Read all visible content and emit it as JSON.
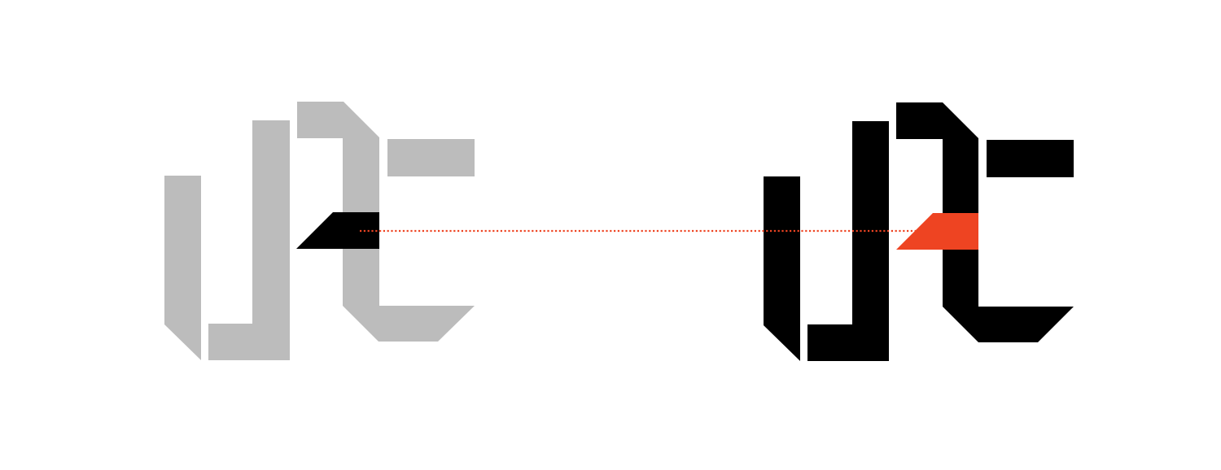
{
  "colors": {
    "background": "#ffffff",
    "muted": "#bcbcbc",
    "ink": "#000000",
    "accent": "#ee4422",
    "guide": "#ee4422"
  },
  "figures": [
    {
      "id": "before",
      "base": "muted",
      "piece": "ink"
    },
    {
      "id": "after",
      "base": "ink",
      "piece": "accent"
    }
  ],
  "guide": {
    "style": "dotted"
  }
}
